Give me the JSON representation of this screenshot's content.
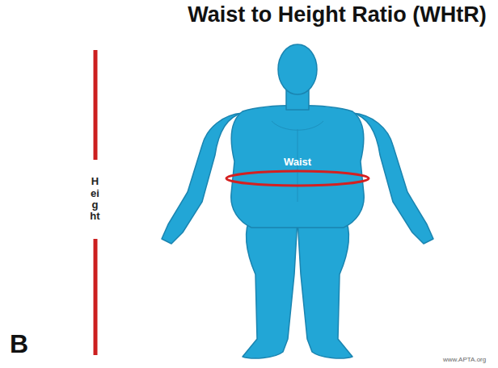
{
  "diagram": {
    "title": "Waist to Height Ratio (WHtR)",
    "labels": [
      "Height",
      "Waist",
      "B",
      "www.APTA.org"
    ]
  }
}
